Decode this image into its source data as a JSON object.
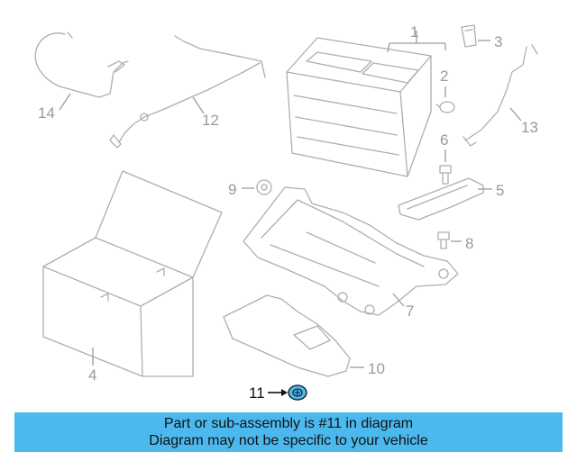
{
  "callouts": {
    "c1": "1",
    "c2": "2",
    "c3": "3",
    "c4": "4",
    "c5": "5",
    "c6": "6",
    "c7": "7",
    "c8": "8",
    "c9": "9",
    "c10": "10",
    "c12": "12",
    "c13": "13",
    "c14": "14"
  },
  "highlighted_part": {
    "label": "11",
    "color": "#4cb9ee"
  },
  "banner": {
    "line1": "Part or sub-assembly is #11 in diagram",
    "line2": "Diagram may not be specific to your vehicle",
    "background": "#4cb9ee"
  }
}
